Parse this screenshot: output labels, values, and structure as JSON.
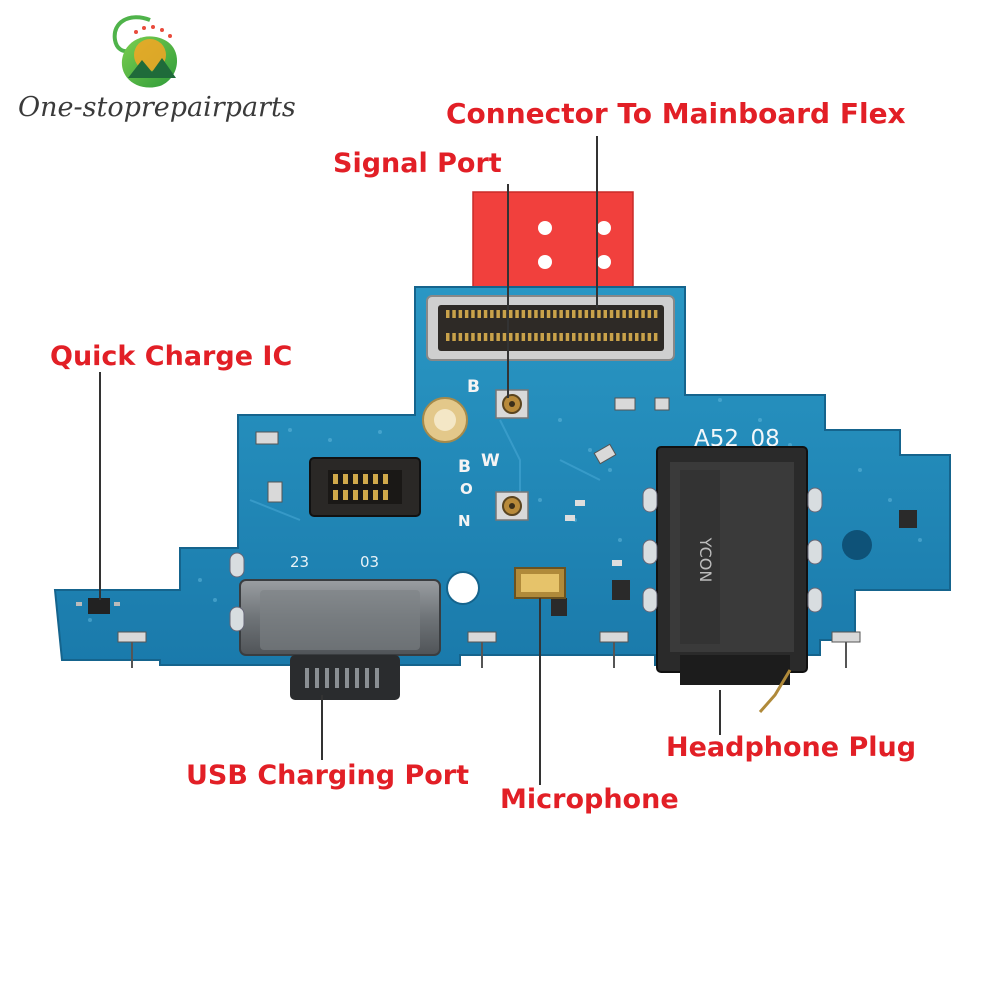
{
  "brand": {
    "name": "One-stoprepairparts"
  },
  "board": {
    "model_marking": "A52_08",
    "jack_marking": "YCON",
    "marks": [
      "B",
      "W",
      "B",
      "O",
      "N",
      "23",
      "03"
    ]
  },
  "callouts": {
    "connector": "Connector To Mainboard Flex",
    "signal_port": "Signal Port",
    "quick_charge": "Quick Charge IC",
    "usb_port": "USB Charging Port",
    "microphone": "Microphone",
    "headphone": "Headphone Plug"
  },
  "colors": {
    "label_red": "#e21f26",
    "pcb_blue": "#1f86b4",
    "flex_red": "#f1403d"
  }
}
